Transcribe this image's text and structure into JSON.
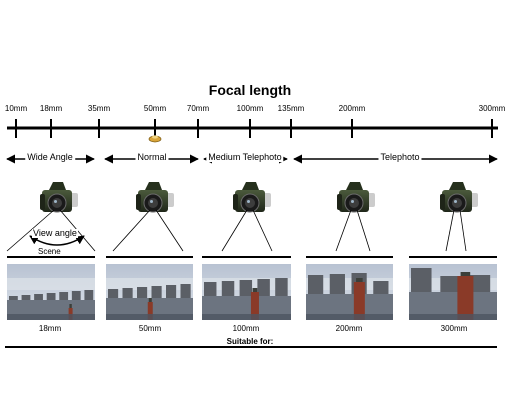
{
  "title": "Focal length",
  "focal_labels": [
    "10mm",
    "18mm",
    "35mm",
    "50mm",
    "70mm",
    "100mm",
    "135mm",
    "200mm",
    "300mm"
  ],
  "ranges": [
    {
      "label": "Wide Angle"
    },
    {
      "label": "Normal"
    },
    {
      "label": "Medium Telephoto"
    },
    {
      "label": "Telephoto"
    }
  ],
  "view_angle_label": "View angle",
  "scene_label": "Scene",
  "photo_captions": [
    "18mm",
    "50mm",
    "100mm",
    "200mm",
    "300mm"
  ],
  "suitable_label": "Suitable for:",
  "colors": {
    "axis": "#000000",
    "sky": "#c6cfdc",
    "water": "#6c7480",
    "tower": "#8a3a28",
    "camera": "#2e3a26"
  }
}
